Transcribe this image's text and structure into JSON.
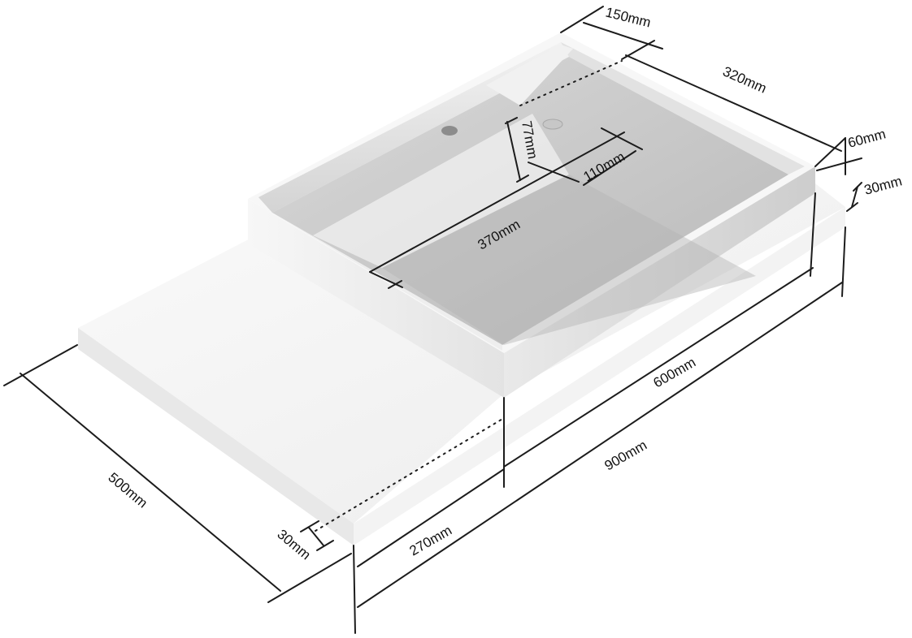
{
  "dimensions": {
    "basin_width": "150mm",
    "basin_length": "320mm",
    "basin_height": "60mm",
    "slab_thickness_right": "30mm",
    "drain_depth": "77mm",
    "drain_offset": "110mm",
    "bowl_length": "370mm",
    "basin_total": "600mm",
    "total_length": "900mm",
    "depth": "500mm",
    "slab_thickness_left": "30mm",
    "shelf_length": "270mm"
  },
  "colors": {
    "line": "#1c1c1c",
    "surface_light": "#f4f4f4",
    "surface_mid": "#e6e6e6",
    "surface_shadow": "#cfcfcf",
    "basin_floor": "#bdbdbd"
  }
}
